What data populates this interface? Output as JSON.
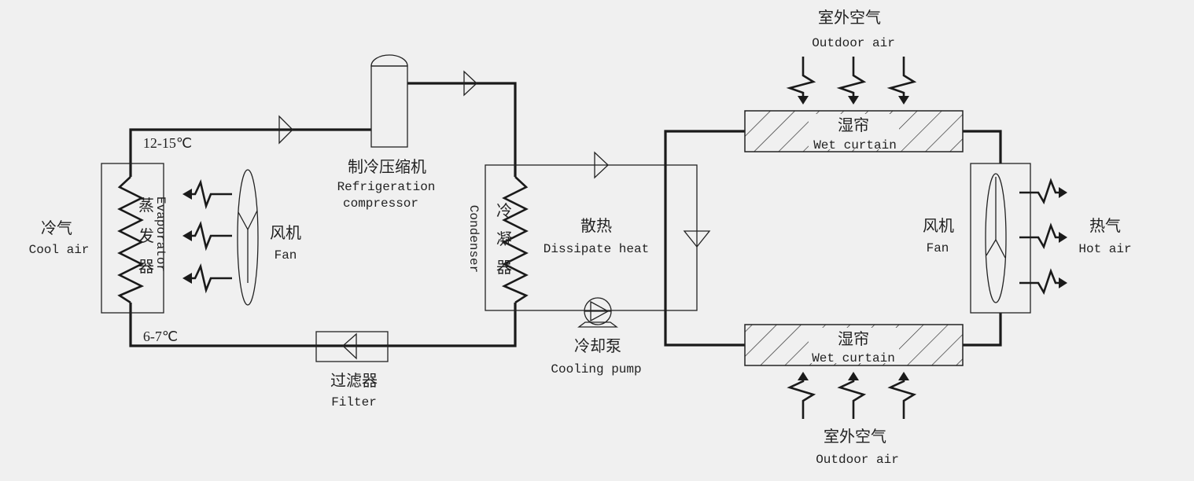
{
  "colors": {
    "background": "#f0f0f0",
    "line": "#1a1a1a"
  },
  "left": {
    "cool_air_cn": "冷气",
    "cool_air_en": "Cool air",
    "evaporator_cn": "蒸发器",
    "evaporator_en": "Evaporator",
    "fan_cn": "风机",
    "fan_en": "Fan",
    "temp_top": "12-15℃",
    "temp_bottom": "6-7℃",
    "compressor_cn": "制冷压缩机",
    "compressor_en_1": "Refrigeration",
    "compressor_en_2": "compressor",
    "filter_cn": "过滤器",
    "filter_en": "Filter",
    "condenser_cn": "冷凝器",
    "condenser_en": "Condenser"
  },
  "middle": {
    "dissipate_cn": "散热",
    "dissipate_en": "Dissipate heat",
    "pump_cn": "冷却泵",
    "pump_en": "Cooling pump"
  },
  "right": {
    "outdoor_air_top_cn": "室外空气",
    "outdoor_air_top_en": "Outdoor air",
    "wet_curtain_top_cn": "湿帘",
    "wet_curtain_top_en": "Wet curtain",
    "wet_curtain_bottom_cn": "湿帘",
    "wet_curtain_bottom_en": "Wet curtain",
    "outdoor_air_bottom_cn": "室外空气",
    "outdoor_air_bottom_en": "Outdoor air",
    "fan_cn": "风机",
    "fan_en": "Fan",
    "hot_air_cn": "热气",
    "hot_air_en": "Hot air"
  }
}
